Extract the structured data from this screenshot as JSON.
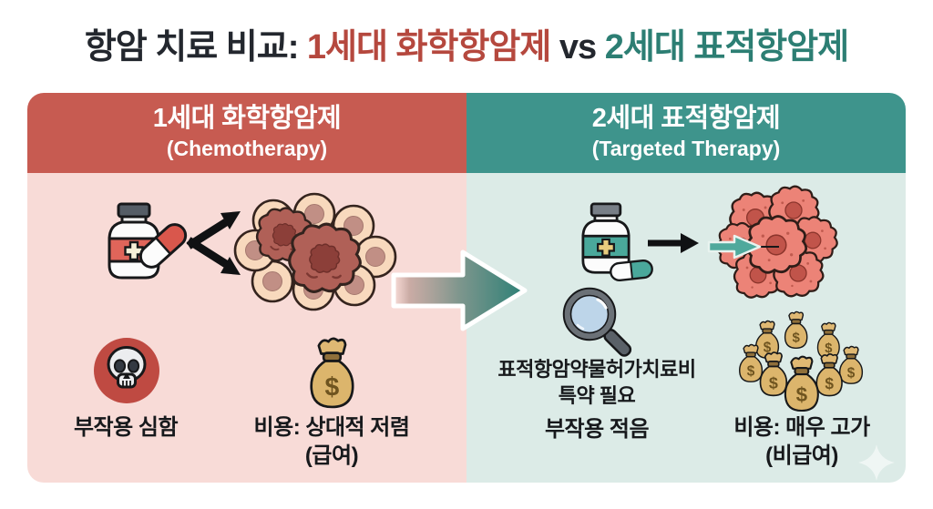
{
  "title": {
    "prefix": "항암 치료 비교:",
    "chemo_term": "1세대 화학항암제",
    "vs": "vs",
    "targeted_term": "2세대 표적항암제"
  },
  "left_panel": {
    "heading_ko": "1세대 화학항암제",
    "heading_en": "(Chemotherapy)",
    "side_effects": "부작용 심함",
    "cost": "비용: 상대적 저렴",
    "cost_note": "(급여)"
  },
  "right_panel": {
    "heading_ko": "2세대 표적항암제",
    "heading_en": "(Targeted Therapy)",
    "rider_line1": "표적항암약물허가치료비",
    "rider_line2": "특약 필요",
    "side_effects": "부작용 적음",
    "cost": "비용: 매우 고가",
    "cost_note": "(비급여)"
  },
  "icons": {
    "dollar": "$",
    "pill_bottle": "medicine-bottle-with-capsule",
    "spread_arrows": "diverging-arrows",
    "cells_mixed": "healthy-and-cancer-cells",
    "skull": "skull-in-red-circle",
    "money_bag": "money-bag",
    "transition_arrow": "gradient-right-arrow",
    "straight_arrow": "right-arrow",
    "targeted_arrow": "teal-block-arrow",
    "cells_cancer": "cancer-cell-cluster",
    "magnifier": "magnifying-glass",
    "money_bag_pile": "money-bag-pile",
    "sparkle": "sparkle"
  },
  "colors": {
    "title_text": "#23272e",
    "title_chemo": "#b5483e",
    "title_targeted": "#2c7e73",
    "chemo_header_bg": "#c75b51",
    "chemo_body_bg": "#f8dbd7",
    "targeted_header_bg": "#3e948c",
    "targeted_body_bg": "#dcebe7",
    "header_text": "#ffffff",
    "body_text": "#17191c"
  }
}
